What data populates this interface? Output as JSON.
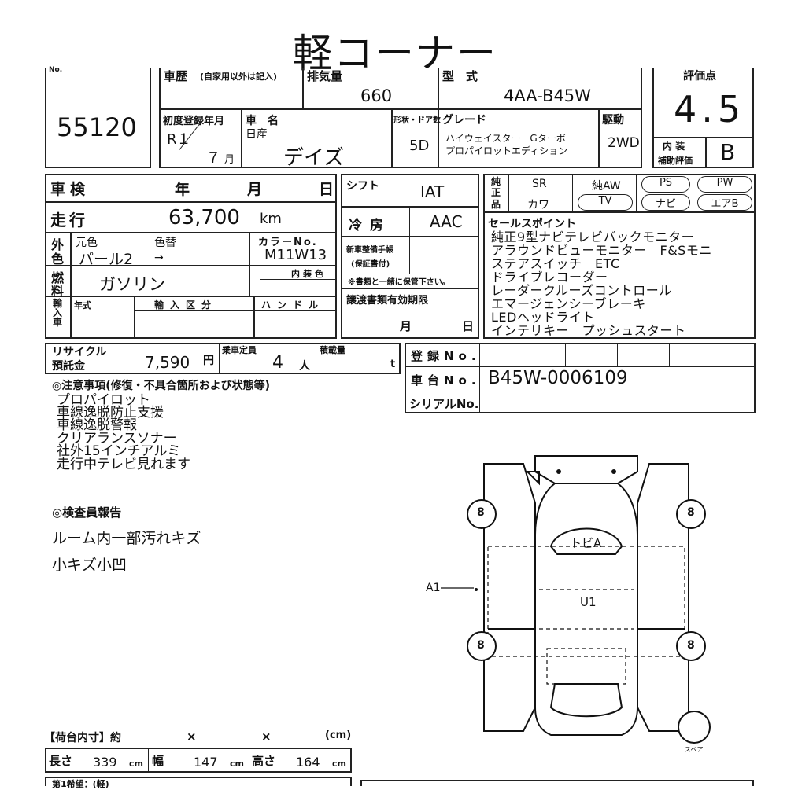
{
  "title": "軽コーナー",
  "lot": {
    "no_label": "No.",
    "number": "55120"
  },
  "header": {
    "history_label": "車歴",
    "history_note": "(自家用以外は記入)",
    "displacement_label": "排気量",
    "displacement": "660",
    "model_label": "型　式",
    "model": "4AA-B45W",
    "first_reg_label": "初度登録年月",
    "first_reg_year": "R１",
    "first_reg_month": "７",
    "month_unit": "月",
    "car_name_label": "車　名",
    "maker": "日産",
    "car_name": "デイズ",
    "doors_label": "形状・ドア数",
    "doors": "5D",
    "grade_label": "グレード",
    "grade_line1": "ハイウェイスター　Gターボ",
    "grade_line2": "プロパイロットエディション",
    "drive_label": "駆動",
    "drive": "2WD",
    "score_label": "評価点",
    "score": "4.5",
    "interior_label1": "内 装",
    "interior_label2": "補助評価",
    "interior": "B"
  },
  "inspection": {
    "label": "車検",
    "year": "年",
    "month": "月",
    "day": "日"
  },
  "mileage": {
    "label": "走行",
    "value": "63,700",
    "unit": "km"
  },
  "color": {
    "side1": "外",
    "side2": "色",
    "orig_label": "元色",
    "change_label": "色替",
    "color_no_label": "カラーNo.",
    "orig": "パール2",
    "arrow": "→",
    "color_no": "M11W13"
  },
  "fuel": {
    "side1": "燃",
    "side2": "料",
    "value": "ガソリン",
    "interior_color_label": "内装色"
  },
  "import": {
    "side": "輸入車",
    "year_label": "年式",
    "kind_label": "輸入区分",
    "handle_label": "ハンドル"
  },
  "shift": {
    "label": "シフト",
    "value": "IAT"
  },
  "ac": {
    "label": "冷房",
    "value": "AAC"
  },
  "manual": {
    "label1": "新車整備手帳",
    "label2": "(保証書付)",
    "note": "※書類と一緒に保管下さい。"
  },
  "transfer": {
    "label": "譲渡書類有効期限",
    "month": "月",
    "day": "日"
  },
  "genuine": {
    "side1": "純",
    "side2": "正",
    "side3": "品",
    "items": [
      "SR",
      "純AW",
      "カワ"
    ]
  },
  "options": [
    "PS",
    "PW",
    "TV",
    "ナビ",
    "エアB"
  ],
  "sales_points": {
    "label": "セールスポイント",
    "lines": [
      "純正9型ナビテレビバックモニター",
      "アラウンドビューモニター　F&Sモニ",
      "ステアスイッチ　ETC",
      "ドライブレコーダー",
      "レーダークルーズコントロール",
      "エマージェンシーブレーキ",
      "LEDヘッドライト",
      "インテリキー　プッシュスタート"
    ]
  },
  "recycle": {
    "label1": "リサイクル",
    "label2": "預託金",
    "value": "7,590",
    "unit": "円"
  },
  "capacity": {
    "label": "乗車定員",
    "value": "4",
    "unit": "人"
  },
  "load": {
    "label": "積載量",
    "unit": "t"
  },
  "registration": {
    "label": "登録No."
  },
  "chassis": {
    "label": "車台No.",
    "value": "B45W-0006109"
  },
  "serial": {
    "label": "シリアルNo."
  },
  "caution": {
    "title": "◎注意事項(修復・不具合箇所および状態等)",
    "lines": [
      "プロパイロット",
      "車線逸脱防止支援",
      "車線逸脱警報",
      "クリアランスソナー",
      "社外15インチアルミ",
      "走行中テレビ見れます"
    ]
  },
  "inspector": {
    "title": "◎検査員報告",
    "lines": [
      "ルーム内一部汚れキズ",
      "小キズ小凹"
    ]
  },
  "diagram": {
    "tires": [
      "8",
      "8",
      "8",
      "8"
    ],
    "marks": [
      "トビA",
      "U1",
      "A1"
    ],
    "spare": "スペア"
  },
  "cargo": {
    "title": "【荷台内寸】約",
    "x1": "×",
    "x2": "×",
    "unit_cm": "(cm)",
    "length_label": "長さ",
    "length": "339",
    "width_label": "幅",
    "width": "147",
    "height_label": "高さ",
    "height": "164",
    "cm": "cm"
  },
  "bottom": {
    "text": "第1希望：(軽)"
  }
}
